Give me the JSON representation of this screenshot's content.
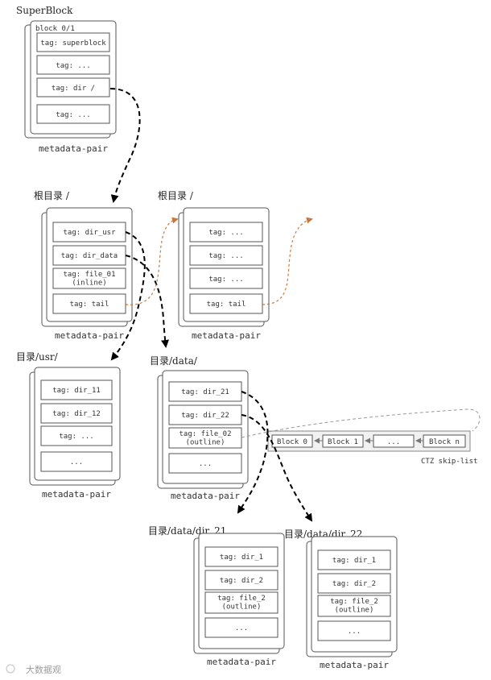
{
  "superblock": {
    "title": "SuperBlock",
    "block_label": "block 0/1",
    "cells": [
      "tag: superblock",
      "tag: ...",
      "tag: dir /",
      "tag: ..."
    ],
    "caption": "metadata-pair"
  },
  "root_a": {
    "title": "根目录 /",
    "cells": [
      "tag: dir_usr",
      "tag: dir_data",
      "tag: file_01\n(inline)",
      "tag: tail"
    ],
    "caption": "metadata-pair"
  },
  "root_b": {
    "title": "根目录 /",
    "cells": [
      "tag: ...",
      "tag: ...",
      "tag: ...",
      "tag: tail"
    ],
    "caption": "metadata-pair"
  },
  "usr": {
    "title": "目录/usr/",
    "cells": [
      "tag: dir_11",
      "tag: dir_12",
      "tag: ...",
      "..."
    ],
    "caption": "metadata-pair"
  },
  "data": {
    "title": "目录/data/",
    "cells": [
      "tag: dir_21",
      "tag: dir_22",
      "tag: file_02\n(outline)",
      "..."
    ],
    "caption": "metadata-pair"
  },
  "dir21": {
    "title": "目录/data/dir_21",
    "cells": [
      "tag: dir_1",
      "tag: dir_2",
      "tag: file_2\n(outline)",
      "..."
    ],
    "caption": "metadata-pair"
  },
  "dir22": {
    "title": "目录/data/dir_22",
    "cells": [
      "tag: dir_1",
      "tag: dir_2",
      "tag: file_2\n(outline)",
      "..."
    ],
    "caption": "metadata-pair"
  },
  "skiplist": {
    "blocks": [
      "Block 0",
      "Block 1",
      "...",
      "Block n"
    ],
    "caption": "CTZ skip-list"
  },
  "watermark": "大数据观"
}
